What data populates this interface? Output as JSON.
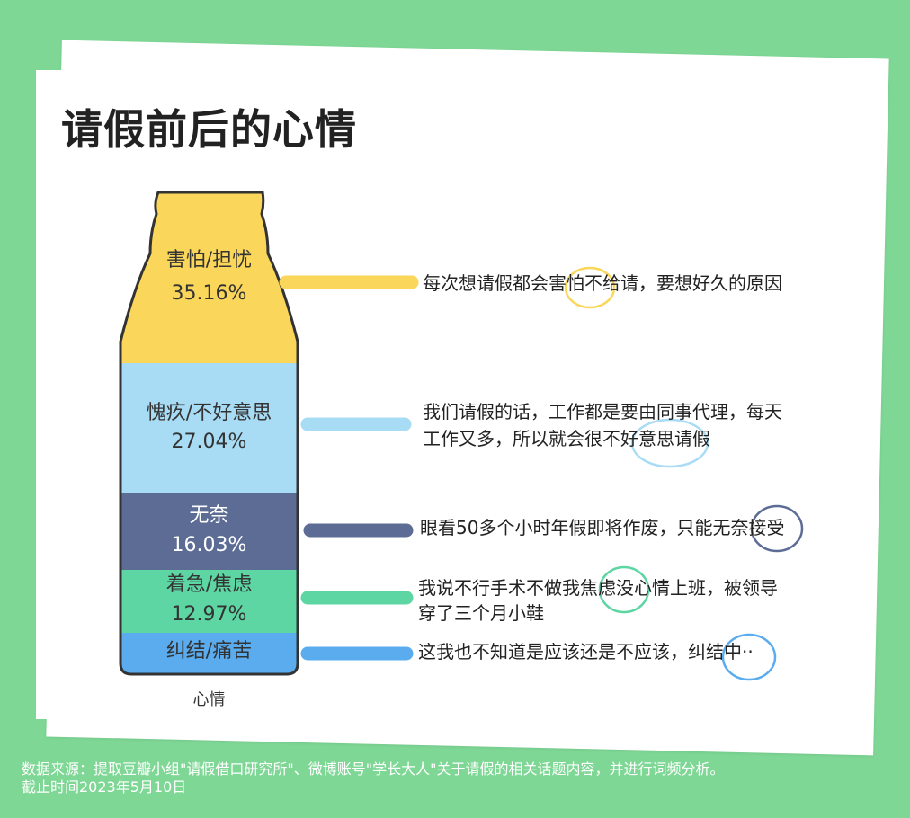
{
  "title": "请假前后的心情",
  "footer": {
    "source": "数据来源：提取豆瓣小组\"请假借口研究所\"、微博账号\"学长大人\"关于请假的相关话题内容，并进行词频分析。",
    "cutoff": "截止时间2023年5月10日"
  },
  "colors": {
    "background": "#7ed795",
    "bottle_outline": "#333333"
  },
  "chart_data": {
    "type": "bar",
    "orientation": "stacked-vertical",
    "xlabel": "心情",
    "categories": [
      "害怕/担忧",
      "愧疚/不好意思",
      "无奈",
      "着急/焦虑",
      "纠结/痛苦"
    ],
    "values": [
      35.16,
      27.04,
      16.03,
      12.97,
      8.8
    ],
    "value_labels": [
      "35.16%",
      "27.04%",
      "16.03%",
      "12.97%",
      ""
    ],
    "colors": [
      "#fad65a",
      "#a8dcf5",
      "#5c6c95",
      "#5dd6a4",
      "#5aacef"
    ],
    "label_colors": [
      "#333333",
      "#333333",
      "#ffffff",
      "#333333",
      "#333333"
    ],
    "annotations": [
      {
        "category": "害怕/担忧",
        "lines": [
          "每次想请假都会害怕不给请，要想好久的原因"
        ],
        "highlight": "害怕"
      },
      {
        "category": "愧疚/不好意思",
        "lines": [
          "我们请假的话，工作都是要由同事代理，每天",
          "工作又多，所以就会很不好意思请假"
        ],
        "highlight": "不好意思"
      },
      {
        "category": "无奈",
        "lines": [
          "眼看50多个小时年假即将作废，只能无奈接受"
        ],
        "highlight": "无奈"
      },
      {
        "category": "着急/焦虑",
        "lines": [
          "我说不行手术不做我焦虑没心情上班，被领导",
          "穿了三个月小鞋"
        ],
        "highlight": "焦虑"
      },
      {
        "category": "纠结/痛苦",
        "lines": [
          "这我也不知道是应该还是不应该，纠结中··"
        ],
        "highlight": "纠结"
      }
    ]
  }
}
